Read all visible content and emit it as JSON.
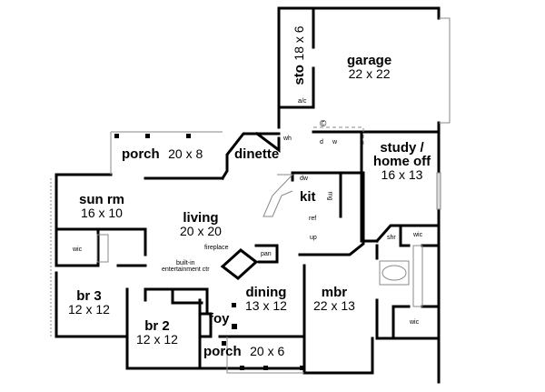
{
  "rooms": {
    "garage": {
      "name": "garage",
      "dims": "22 x 22"
    },
    "storage": {
      "name": "sto",
      "dims": "18 x 6"
    },
    "porch_rear": {
      "name": "porch",
      "dims": "20 x 8"
    },
    "dinette": {
      "name": "dinette"
    },
    "study": {
      "name_line1": "study /",
      "name_line2": "home off",
      "dims": "16 x 13"
    },
    "sun_room": {
      "name": "sun rm",
      "dims": "16 x 10"
    },
    "kitchen": {
      "name": "kit"
    },
    "living": {
      "name": "living",
      "dims": "20 x 20"
    },
    "dining": {
      "name": "dining",
      "dims": "13 x 12"
    },
    "master_bedroom": {
      "name": "mbr",
      "dims": "22 x 13"
    },
    "bedroom_3": {
      "name": "br 3",
      "dims": "12 x 12"
    },
    "bedroom_2": {
      "name": "br 2",
      "dims": "12 x 12"
    },
    "foyer": {
      "name": "foy"
    },
    "porch_front": {
      "name": "porch",
      "dims": "20 x 6"
    }
  },
  "fixtures": {
    "ac": "a/c",
    "wh": "wh",
    "dryer": "d",
    "washer": "w",
    "dishwasher": "dw",
    "range": "rng",
    "refrigerator": "ref",
    "stairs_up": "up",
    "fireplace": "fireplace",
    "pantry": "pan",
    "entertainment_line1": "built-in",
    "entertainment_line2": "entertainment ctr",
    "wic_hall": "wic",
    "shower": "shr",
    "wic_master_1": "wic",
    "wic_master_2": "wic",
    "copyright": "©"
  }
}
